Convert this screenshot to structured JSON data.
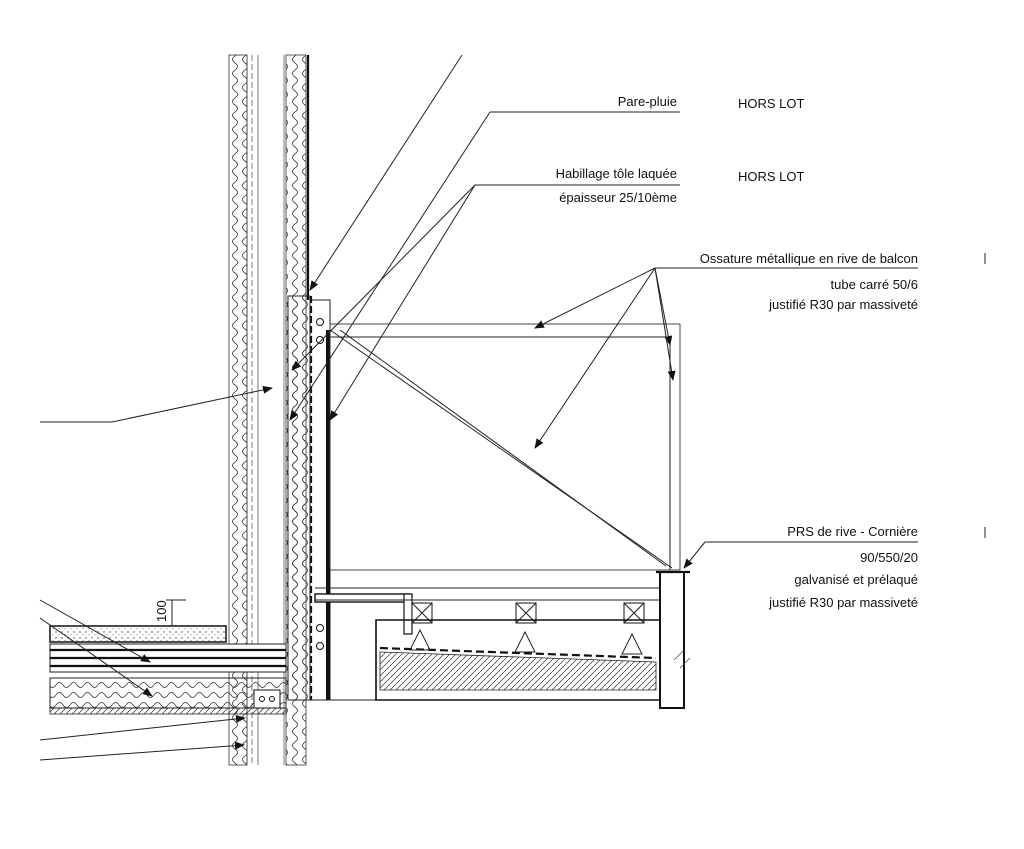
{
  "annotations": {
    "pare_pluie": "Pare-pluie",
    "hors_lot_1": "HORS LOT",
    "habillage_l1": "Habillage tôle laquée",
    "habillage_l2": "épaisseur 25/10ème",
    "hors_lot_2": "HORS LOT",
    "ossature_l1": "Ossature métallique en rive de balcon",
    "ossature_l2": "tube carré 50/6",
    "ossature_l3": "justifié R30 par massiveté",
    "prs_l1": "PRS de rive - Cornière",
    "prs_l2": "90/550/20",
    "prs_l3": "galvanisé et prélaqué",
    "prs_l4": "justifié R30 par massiveté",
    "dimension": "100"
  }
}
